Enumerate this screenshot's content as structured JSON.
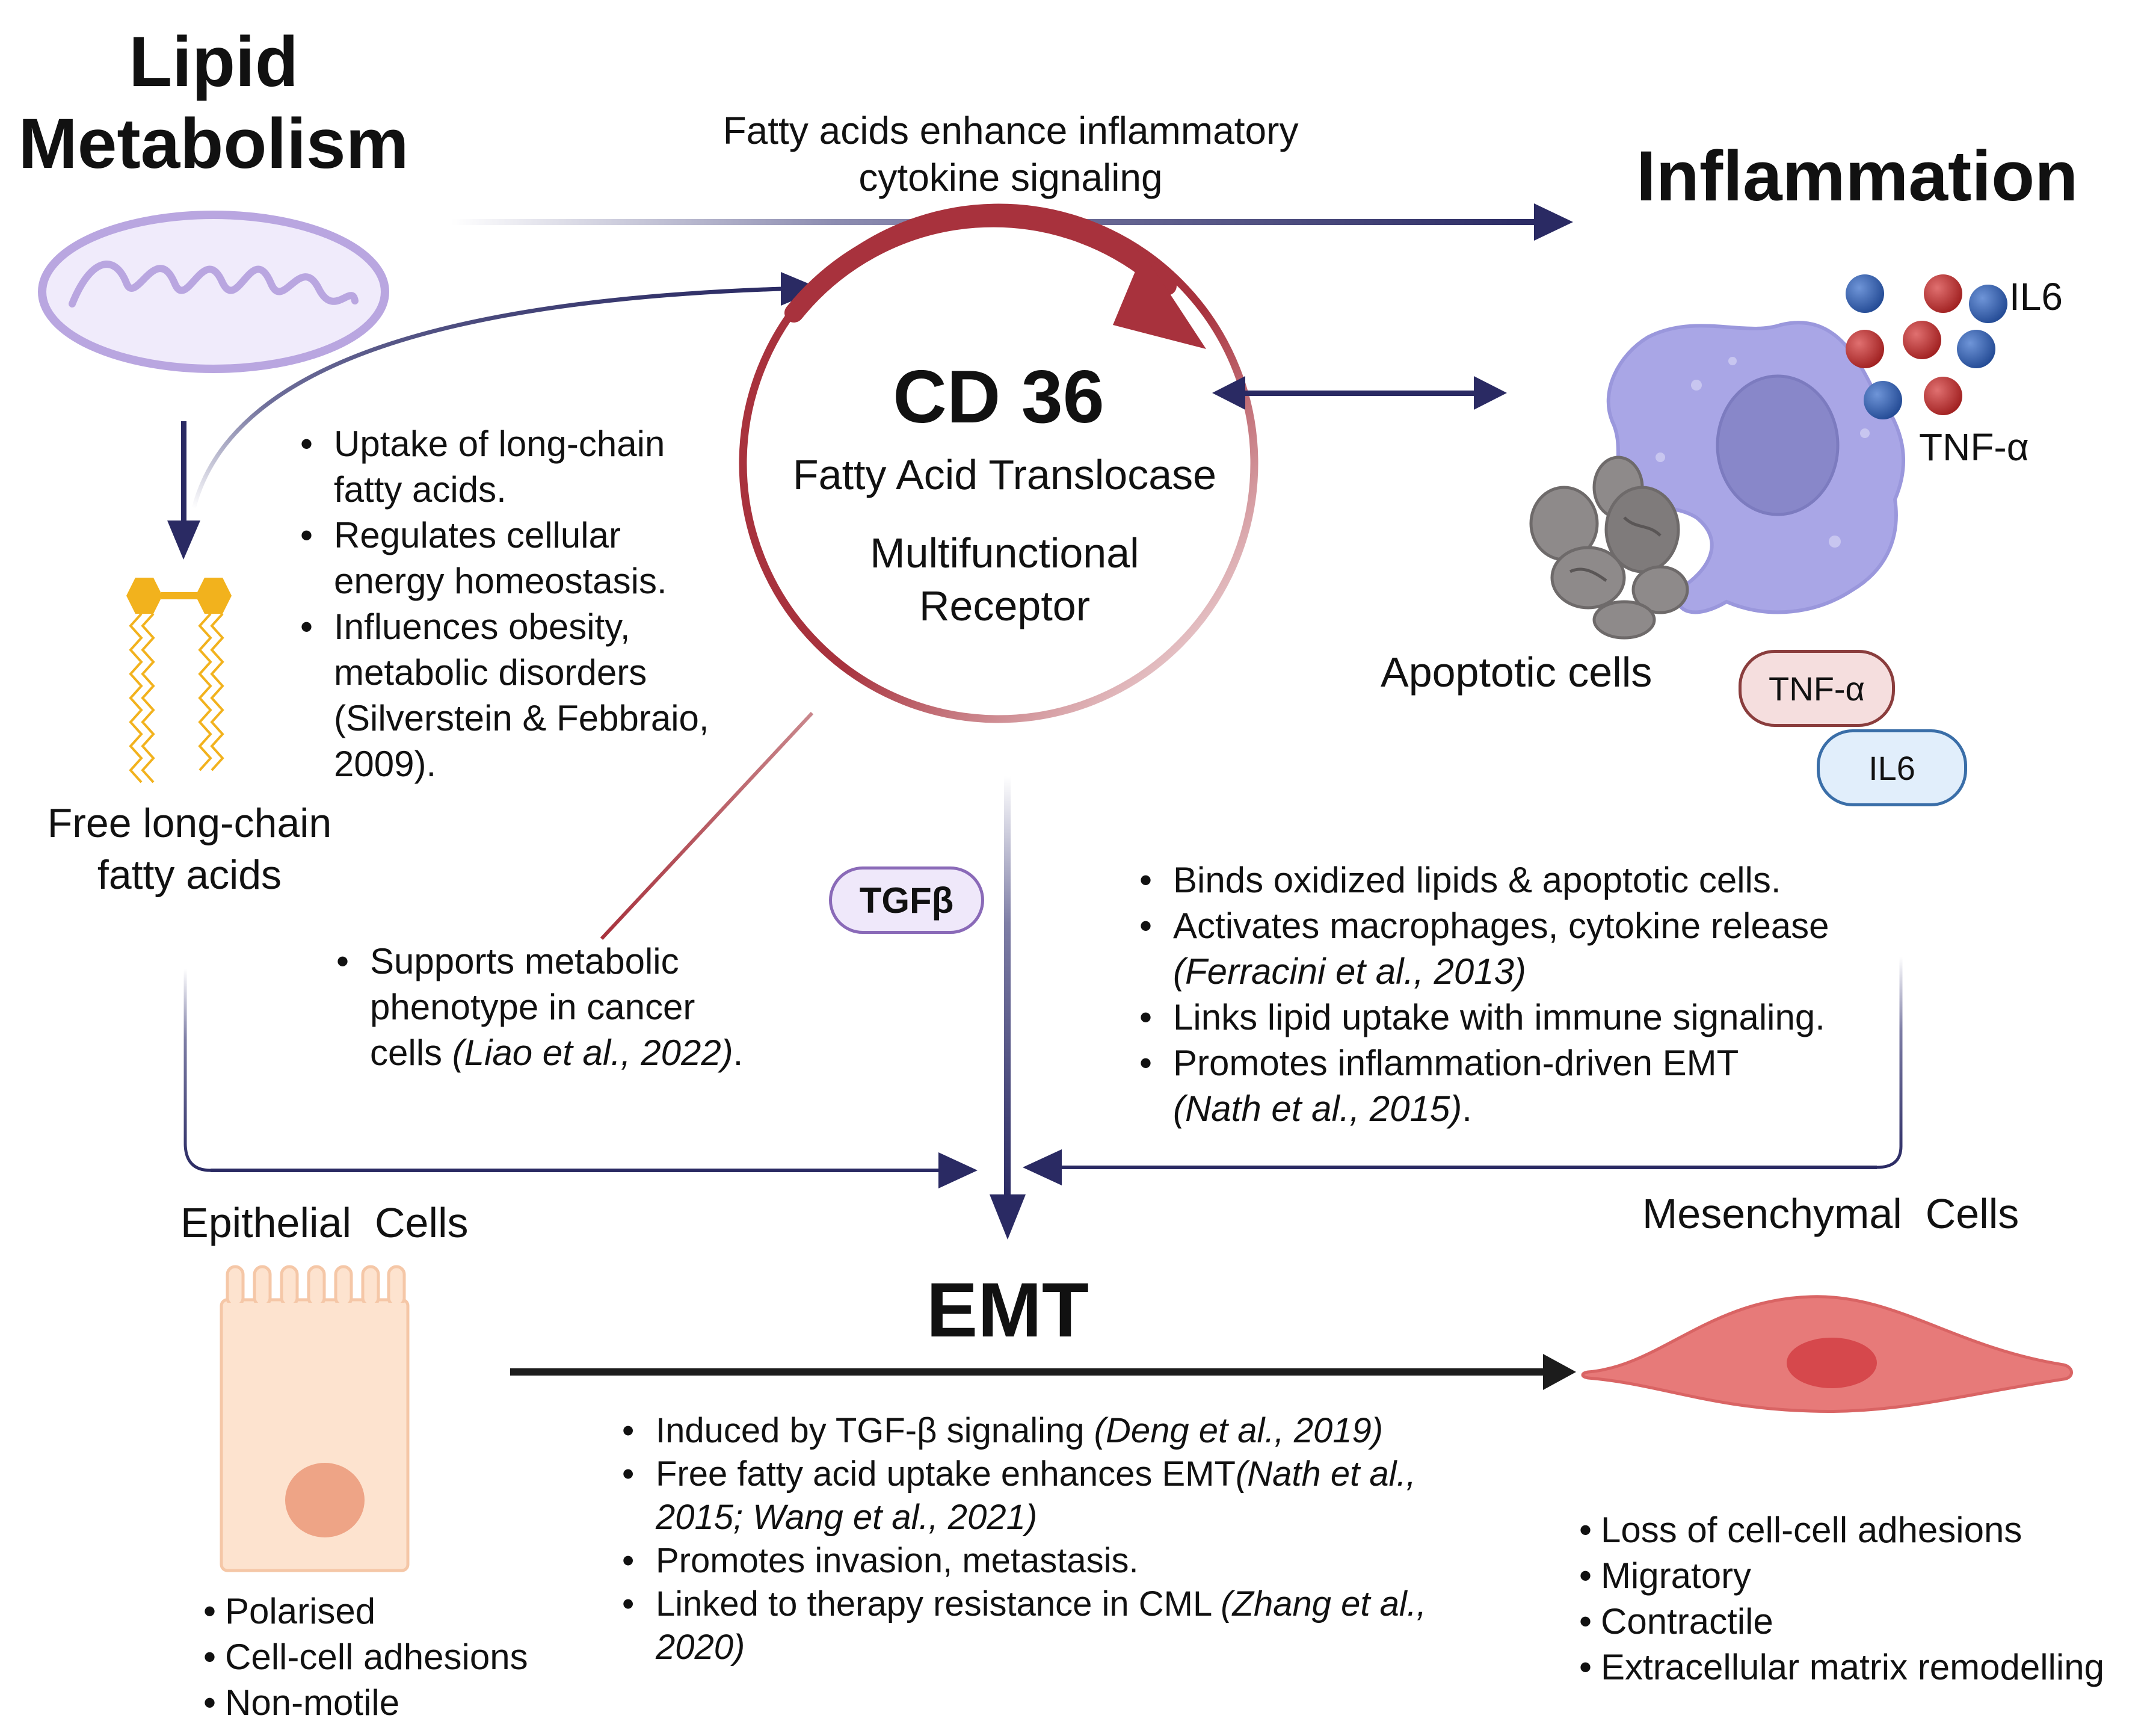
{
  "lipid": {
    "title_line1": "Lipid",
    "title_line2": "Metabolism"
  },
  "inflammation": {
    "title": "Inflammation"
  },
  "top_arrow_label": {
    "line1": "Fatty acids enhance inflammatory",
    "line2": "cytokine signaling"
  },
  "cd36": {
    "title": "CD 36",
    "line1": "Fatty Acid Translocase",
    "line2": "Multifunctional",
    "line3": "Receptor"
  },
  "cd36_bullets": [
    {
      "l1": "Uptake of long-chain",
      "l2": "fatty acids."
    },
    {
      "l1": "Regulates cellular",
      "l2": "energy homeostasis."
    },
    {
      "l1": "Influences obesity,",
      "l2": "metabolic disorders",
      "l3": "(Silverstein & Febbraio,",
      "l4": "2009)."
    }
  ],
  "free_fa": {
    "line1": "Free long-chain",
    "line2": "fatty acids"
  },
  "cytokine_labels": {
    "il6": "IL6",
    "tnf": "TNF-α"
  },
  "apoptotic": {
    "label": "Apoptotic cells"
  },
  "pills": {
    "tnf": "TNF-α",
    "il6": "IL6",
    "tgfb": "TGFβ"
  },
  "metabolic_note": {
    "l1": "Supports metabolic",
    "l2": "phenotype in cancer",
    "l3_text": "cells ",
    "l3_cite": "(Liao et al., 2022)",
    "l3_end": "."
  },
  "inflam_bullets": {
    "b1": "Binds oxidized lipids & apoptotic cells.",
    "b2": "Activates macrophages, cytokine release",
    "b2_cite": "(Ferracini et al., 2013)",
    "b3": "Links lipid uptake with immune signaling.",
    "b4": "Promotes inflammation-driven EMT",
    "b4_cite": "(Nath et al., 2015)",
    "b4_end": "."
  },
  "emt": {
    "title": "EMT",
    "b1": "Induced by TGF-β signaling ",
    "b1_cite": "(Deng et al., 2019)",
    "b2": "Free fatty acid uptake enhances EMT",
    "b2_cite_l1": "(Nath et al.,",
    "b2_cite_l2": "2015; Wang et al., 2021)",
    "b3": "Promotes invasion, metastasis.",
    "b4": "Linked to therapy resistance in CML ",
    "b4_cite_l1": "(Zhang et al.,",
    "b4_cite_l2": "2020)"
  },
  "epithelial": {
    "title": "Epithelial  Cells",
    "items": [
      "Polarised",
      "Cell-cell adhesions",
      "Non-motile"
    ]
  },
  "mesenchymal": {
    "title": "Mesenchymal  Cells",
    "items": [
      "Loss of cell-cell adhesions",
      "Migratory",
      "Contractile",
      "Extracellular matrix remodelling"
    ]
  },
  "colors": {
    "arrow_navy": "#2a2a63",
    "cd36_red": "#a8323d",
    "mito": "#b9a6e0",
    "macrophage": "#a9a6e6",
    "fatty_acid_gold": "#f2b21d",
    "epithelial_fill": "#fde3cf",
    "mesenchymal_fill": "#e77a79",
    "tnf_pill": "#f5dede",
    "il6_pill": "#e1eefb",
    "tgfb_pill": "#efe8fa"
  }
}
